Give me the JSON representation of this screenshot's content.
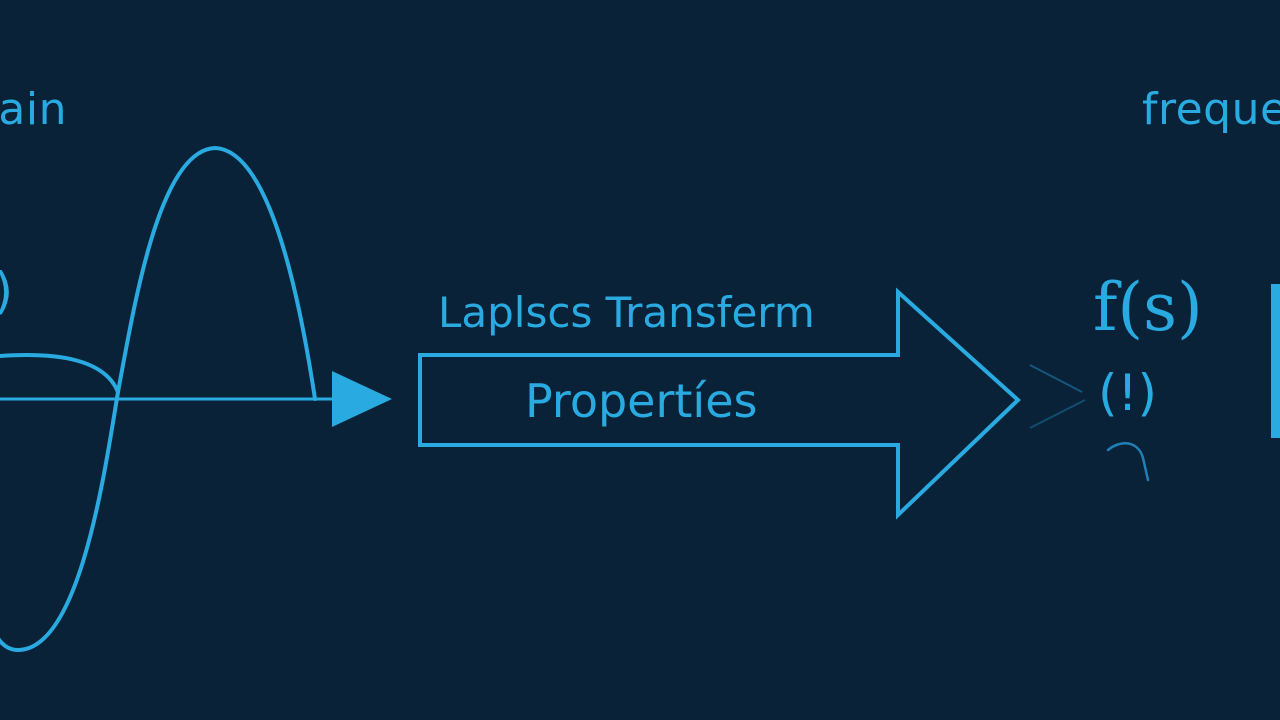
{
  "colors": {
    "background": "#0a2237",
    "accent": "#29abe2"
  },
  "time_domain": {
    "title": "nain",
    "function_label": "t)"
  },
  "transform": {
    "title": "Laplscs Transferm",
    "body_label": "Propertíes"
  },
  "frequency_domain": {
    "title": "freque",
    "function_label": "f(s)",
    "symbol_label": "(!)"
  },
  "icons": [
    "waveform-icon",
    "transform-arrow-icon",
    "small-arrow-icon"
  ]
}
